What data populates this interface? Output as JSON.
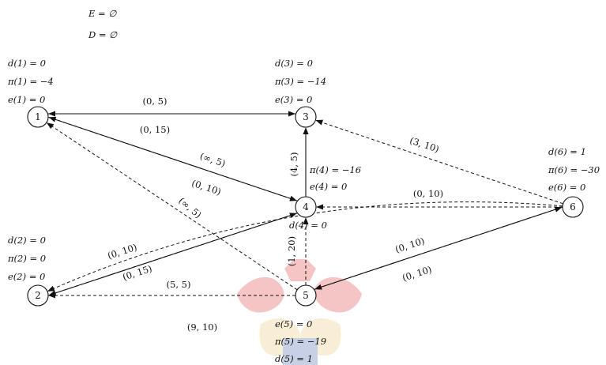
{
  "sets": {
    "E": "E = ∅",
    "D": "D = ∅"
  },
  "nodes": [
    {
      "id": "1",
      "label": "1",
      "info": [
        "d(1) = 0",
        "π(1) = −4",
        "e(1) = 0"
      ]
    },
    {
      "id": "2",
      "label": "2",
      "info": [
        "d(2) = 0",
        "π(2) = 0",
        "e(2) = 0"
      ]
    },
    {
      "id": "3",
      "label": "3",
      "info": [
        "d(3) = 0",
        "π(3) = −14",
        "e(3) = 0"
      ]
    },
    {
      "id": "4",
      "label": "4",
      "info": [
        "π(4) = −16",
        "e(4) = 0",
        "d(4) = 0"
      ]
    },
    {
      "id": "5",
      "label": "5",
      "info": [
        "e(5) = 0",
        "π(5) = −19",
        "d(5) = 1"
      ]
    },
    {
      "id": "6",
      "label": "6",
      "info": [
        "d(6) = 1",
        "π(6) = −30",
        "e(6) = 0"
      ]
    }
  ],
  "edges": [
    {
      "from": "1",
      "to": "3",
      "style": "solid",
      "label": "(0, 5)"
    },
    {
      "from": "3",
      "to": "1",
      "style": "dashed",
      "label": "(0, 15)"
    },
    {
      "from": "1",
      "to": "4",
      "style": "solid",
      "label": "(∞, 5)"
    },
    {
      "from": "4",
      "to": "1",
      "style": "dashed",
      "label": "(0, 10)"
    },
    {
      "from": "5",
      "to": "1",
      "style": "dashed",
      "label": "(∞, 5)"
    },
    {
      "from": "4",
      "to": "3",
      "style": "solid",
      "label": "(4, 5)"
    },
    {
      "from": "6",
      "to": "3",
      "style": "dashed",
      "label": "(3, 10)"
    },
    {
      "from": "6",
      "to": "4",
      "style": "dashed",
      "label": "(0, 10)"
    },
    {
      "from": "4",
      "to": "2",
      "style": "solid",
      "label": "(0, 10)"
    },
    {
      "from": "2",
      "to": "4",
      "style": "dashed",
      "label": "(0, 15)"
    },
    {
      "from": "5",
      "to": "4",
      "style": "dashed",
      "label": "(1, 20)"
    },
    {
      "from": "5",
      "to": "2",
      "style": "dashed",
      "label": "(5, 5)"
    },
    {
      "from": "5",
      "to": "6",
      "style": "solid",
      "label": "(0, 10)"
    },
    {
      "from": "6",
      "to": "5",
      "style": "dashed",
      "label": "(0, 10)"
    },
    {
      "from": "6",
      "to": "2",
      "style": "dashed",
      "label": "(9, 10)"
    }
  ]
}
